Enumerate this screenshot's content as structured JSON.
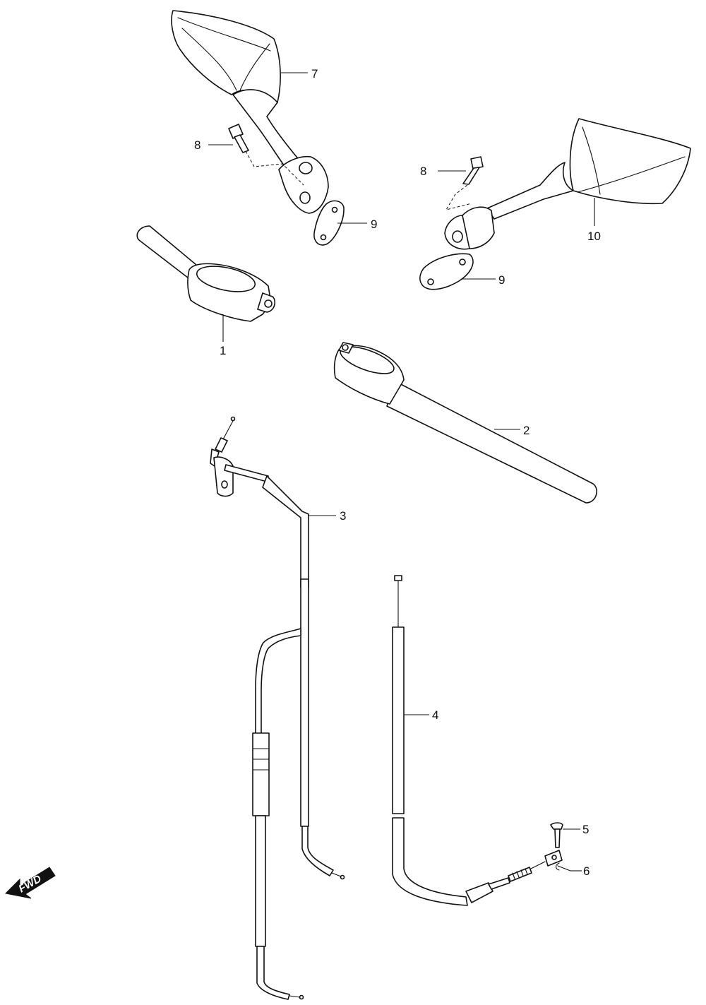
{
  "callouts": {
    "c1": "1",
    "c2": "2",
    "c3": "3",
    "c4": "4",
    "c5": "5",
    "c6": "6",
    "c7": "7",
    "c8a": "8",
    "c8b": "8",
    "c9a": "9",
    "c9b": "9",
    "c10": "10"
  },
  "direction_badge": "FWD"
}
